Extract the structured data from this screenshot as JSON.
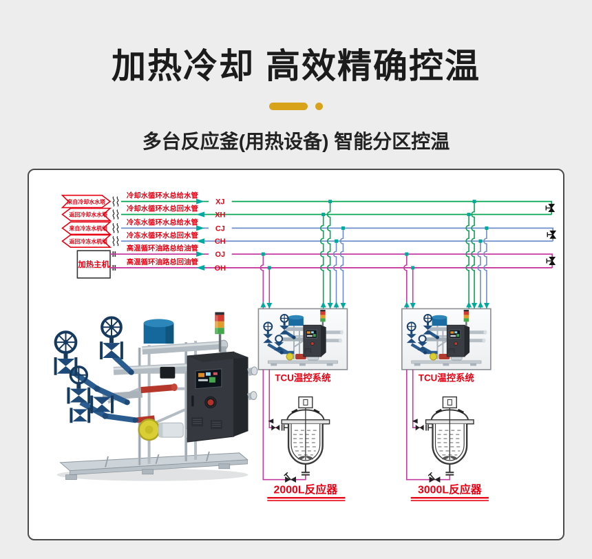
{
  "header": {
    "title": "加热冷却 高效精确控温",
    "subtitle": "多台反应釜(用热设备) 智能分区控温"
  },
  "colors": {
    "accent_gold": "#D9A21B",
    "pipe_green": "#00A651",
    "pipe_blue": "#6C8CCB",
    "pipe_magenta": "#C53AA0",
    "flow_arrow_teal": "#00A99D",
    "label_red": "#E60012"
  },
  "diagram": {
    "sources": [
      {
        "label": "来自冷却水水塔",
        "direction": "right"
      },
      {
        "label": "返回冷却水水塔",
        "direction": "left"
      },
      {
        "label": "来自冷冻水机组",
        "direction": "left"
      },
      {
        "label": "返回冷冻水机组",
        "direction": "left"
      }
    ],
    "heater_box": {
      "label": "加热主机"
    },
    "pipes": [
      {
        "label": "冷却水循环水总给水管",
        "code": "XJ",
        "color": "#00A651",
        "flow": "right"
      },
      {
        "label": "冷却水循环水总回水管",
        "code": "XH",
        "color": "#00A651",
        "flow": "left"
      },
      {
        "label": "冷冻水循环水总给水管",
        "code": "CJ",
        "color": "#6C8CCB",
        "flow": "right"
      },
      {
        "label": "冷冻水循环水总回水管",
        "code": "CH",
        "color": "#6C8CCB",
        "flow": "left"
      },
      {
        "label": "高温循环油路总给油管",
        "code": "OJ",
        "color": "#C53AA0",
        "flow": "right"
      },
      {
        "label": "高温循环油路总回油管",
        "code": "OH",
        "color": "#C53AA0",
        "flow": "left"
      }
    ],
    "tcu_units": [
      {
        "label": "TCU温控系统"
      },
      {
        "label": "TCU温控系统"
      }
    ],
    "reactors": [
      {
        "label": "2000L反应器"
      },
      {
        "label": "3000L反应器"
      }
    ]
  }
}
